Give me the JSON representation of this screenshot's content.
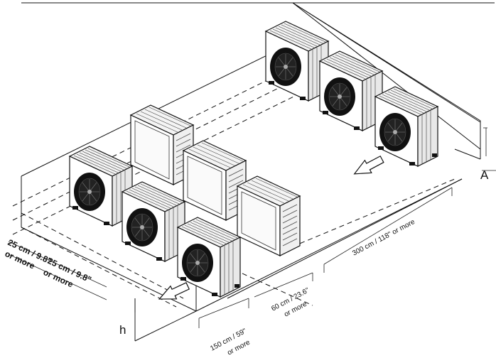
{
  "labels": {
    "dim_left_1": "25 cm / 9.8\"",
    "dim_left_1b": "or more",
    "dim_left_2": "25 cm / 9.8\"",
    "dim_left_2b": "or more",
    "dim_front_1": "150 cm / 59\"",
    "dim_front_1b": "or more",
    "dim_front_2": "60 cm / 23.6\"",
    "dim_front_2b": "or more",
    "dim_depth": "300 cm / 118\" or more",
    "height_h": "h",
    "height_a": "A"
  },
  "icons": {
    "outdoor_unit": "outdoor-ac-unit-icon",
    "outdoor_unit_back": "outdoor-ac-unit-rear-view-icon",
    "airflow_arrow": "airflow-arrow-icon"
  },
  "colors": {
    "line": "#111111",
    "background": "#ffffff",
    "unit_shadow": "#000000"
  }
}
